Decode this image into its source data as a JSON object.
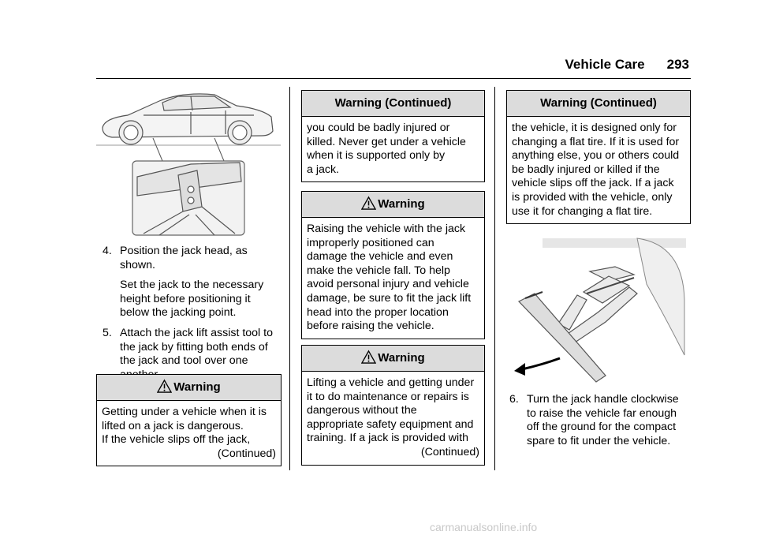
{
  "header": {
    "section": "Vehicle Care",
    "page_number": "293"
  },
  "left": {
    "step4": {
      "num": "4.",
      "text": "Position the jack head, as shown.",
      "note": "Set the jack to the necessary height before positioning it below the jacking point."
    },
    "step5": {
      "num": "5.",
      "text": "Attach the jack lift assist tool to the jack by fitting both ends of the jack and tool over one another."
    },
    "warning": {
      "title": "Warning",
      "lines": [
        "Getting under a vehicle when it is",
        "lifted on a jack is dangerous.",
        "If the vehicle slips off the jack,"
      ],
      "continued": "(Continued)"
    }
  },
  "middle": {
    "warning_cont": {
      "title": "Warning  (Continued)",
      "lines": [
        "you could be badly injured or",
        "killed. Never get under a vehicle",
        "when it is supported only by",
        "a jack."
      ]
    },
    "warning2": {
      "title": "Warning",
      "lines": [
        "Raising the vehicle with the jack",
        "improperly positioned can",
        "damage the vehicle and even",
        "make the vehicle fall. To help",
        "avoid personal injury and vehicle",
        "damage, be sure to fit the jack lift",
        "head into the proper location",
        "before raising the vehicle."
      ]
    },
    "warning3": {
      "title": "Warning",
      "lines": [
        "Lifting a vehicle and getting under",
        "it to do maintenance or repairs is",
        "dangerous without the",
        "appropriate safety equipment and",
        "training. If a jack is provided with"
      ],
      "continued": "(Continued)"
    }
  },
  "right": {
    "warning_cont": {
      "title": "Warning  (Continued)",
      "lines": [
        "the vehicle, it is designed only for",
        "changing a flat tire. If it is used for",
        "anything else, you or others could",
        "be badly injured or killed if the",
        "vehicle slips off the jack. If a jack",
        "is provided with the vehicle, only",
        "use it for changing a flat tire."
      ]
    },
    "step6": {
      "num": "6.",
      "text": "Turn the jack handle clockwise to raise the vehicle far enough off the ground for the compact spare to fit under the vehicle."
    }
  },
  "watermark": "carmanualsonline.info",
  "icons": {
    "warning": "warning-triangle-icon"
  }
}
